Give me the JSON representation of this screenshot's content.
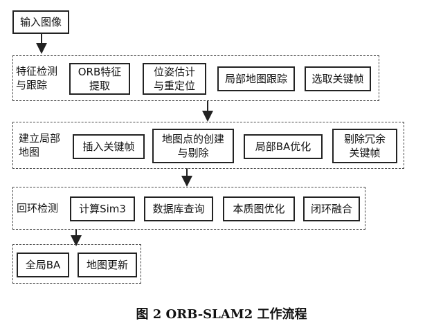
{
  "input": "输入图像",
  "groups": [
    {
      "label": "特征检测\n与跟踪",
      "steps": [
        "ORB特征\n提取",
        "位姿估计\n与重定位",
        "局部地图跟踪",
        "选取关键帧"
      ]
    },
    {
      "label": "建立局部\n地图",
      "steps": [
        "插入关键帧",
        "地图点的创建\n与剔除",
        "局部BA优化",
        "剔除冗余\n关键帧"
      ]
    },
    {
      "label": "回环检测",
      "steps": [
        "计算Sim3",
        "数据库查询",
        "本质图优化",
        "闭环融合"
      ]
    },
    {
      "label": "",
      "steps": [
        "全局BA",
        "地图更新"
      ]
    }
  ],
  "caption": "图 2  ORB-SLAM2 工作流程"
}
